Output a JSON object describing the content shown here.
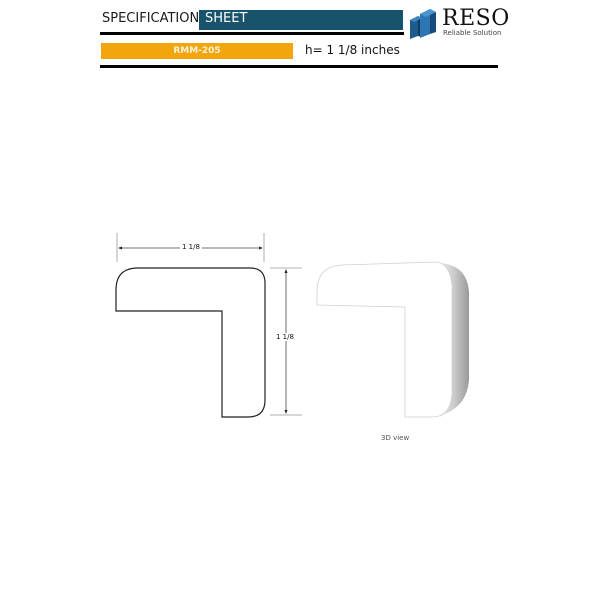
{
  "header": {
    "title_left": "SPECIFICATION",
    "title_right": "SHEET",
    "colors": {
      "sheet_bar": "#17536a",
      "model_bar": "#f2a60b",
      "rules": "#000000"
    }
  },
  "logo": {
    "name": "RESO",
    "tagline": "Reliable Solution",
    "icon": "building-blocks-icon"
  },
  "product": {
    "model": "RMM-205",
    "height_text": "h= 1 1/8 inches"
  },
  "drawing": {
    "width_dimension": "1 1/8",
    "height_dimension": "1 1/8",
    "view_caption": "3D view"
  }
}
